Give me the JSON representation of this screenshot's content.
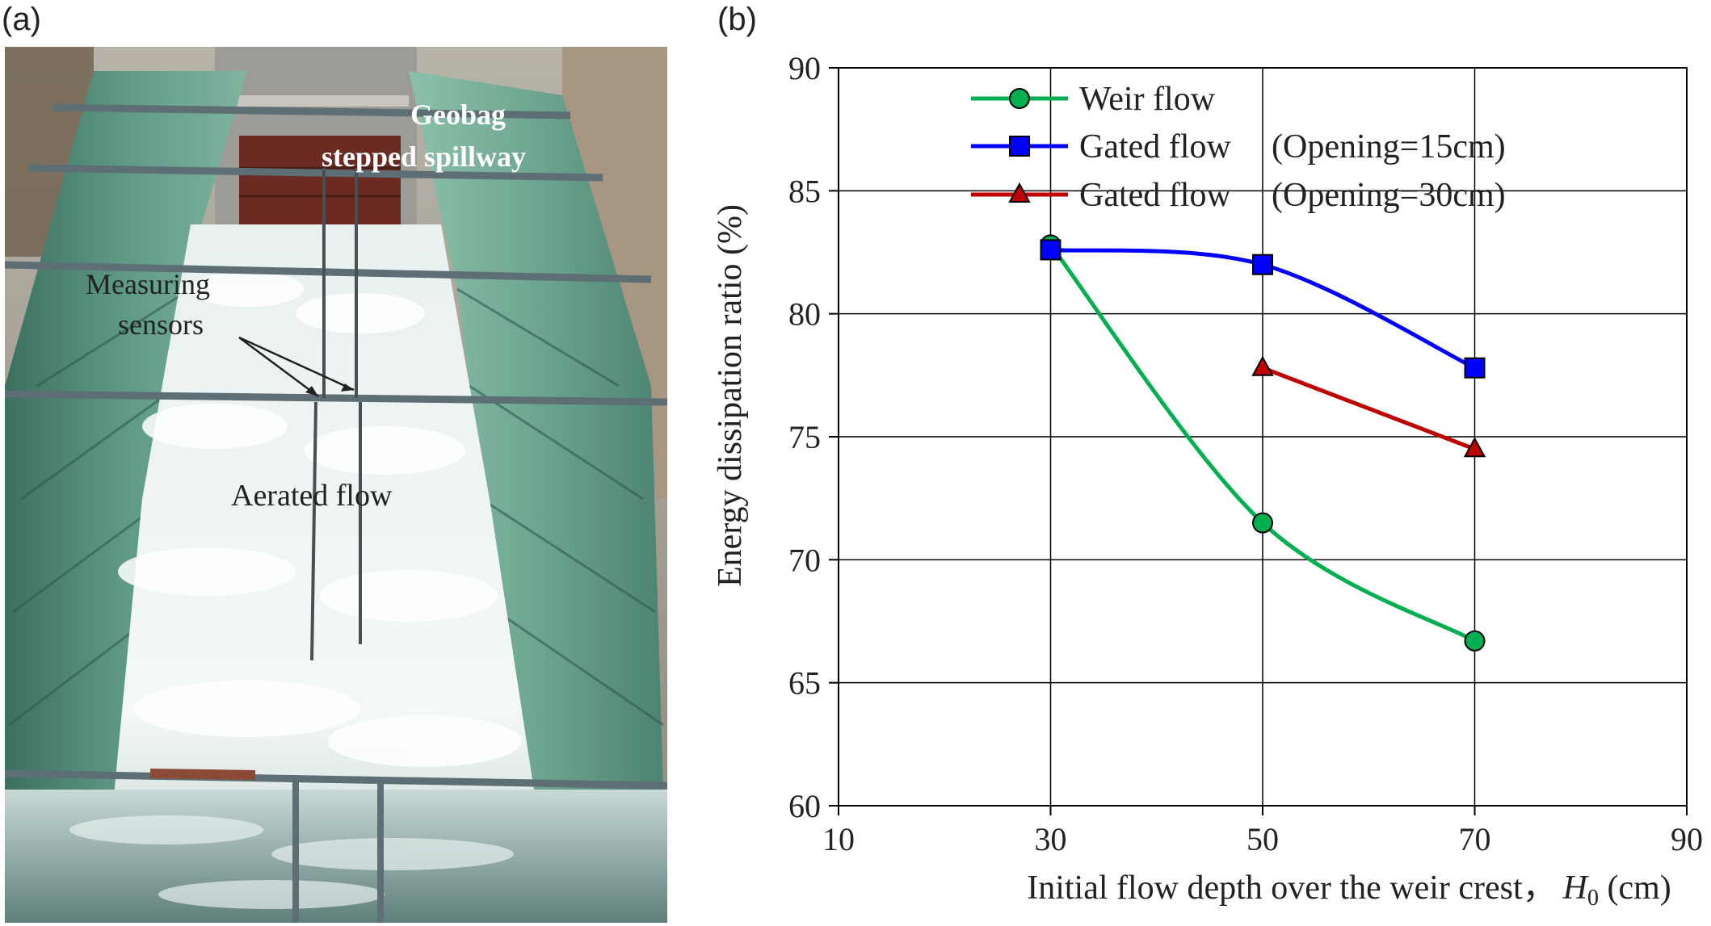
{
  "panels": {
    "a_label": "(a)",
    "b_label": "(b)"
  },
  "photo": {
    "annotations": {
      "geobag_line1": "Geobag",
      "geobag_line2": "stepped spillway",
      "sensors_line1": "Measuring",
      "sensors_line2": "sensors",
      "aerated": "Aerated flow"
    }
  },
  "chart_data": {
    "type": "line",
    "xlabel": "Initial flow depth over the weir crest，",
    "xlabel_var": "H",
    "xlabel_sub": "0",
    "xlabel_unit": " (cm)",
    "ylabel": "Energy dissipation ratio (%)",
    "xlim": [
      10,
      90
    ],
    "ylim": [
      60,
      90
    ],
    "xticks": [
      10,
      30,
      50,
      70,
      90
    ],
    "yticks": [
      60,
      65,
      70,
      75,
      80,
      85,
      90
    ],
    "grid": true,
    "legend_position": "top-left",
    "series": [
      {
        "name": "Weir flow",
        "suffix": "",
        "color": "#00b050",
        "marker": "circle",
        "smooth": true,
        "x": [
          30,
          50,
          70
        ],
        "y": [
          82.8,
          71.5,
          66.7
        ]
      },
      {
        "name": "Gated flow",
        "suffix": "(Opening=15cm)",
        "color": "#0000ff",
        "marker": "square",
        "smooth": true,
        "x": [
          30,
          50,
          70
        ],
        "y": [
          82.6,
          82.0,
          77.8
        ]
      },
      {
        "name": "Gated flow",
        "suffix": "(Opening=30cm)",
        "color": "#c00000",
        "marker": "triangle",
        "smooth": false,
        "x": [
          50,
          70
        ],
        "y": [
          77.8,
          74.5
        ]
      }
    ]
  }
}
